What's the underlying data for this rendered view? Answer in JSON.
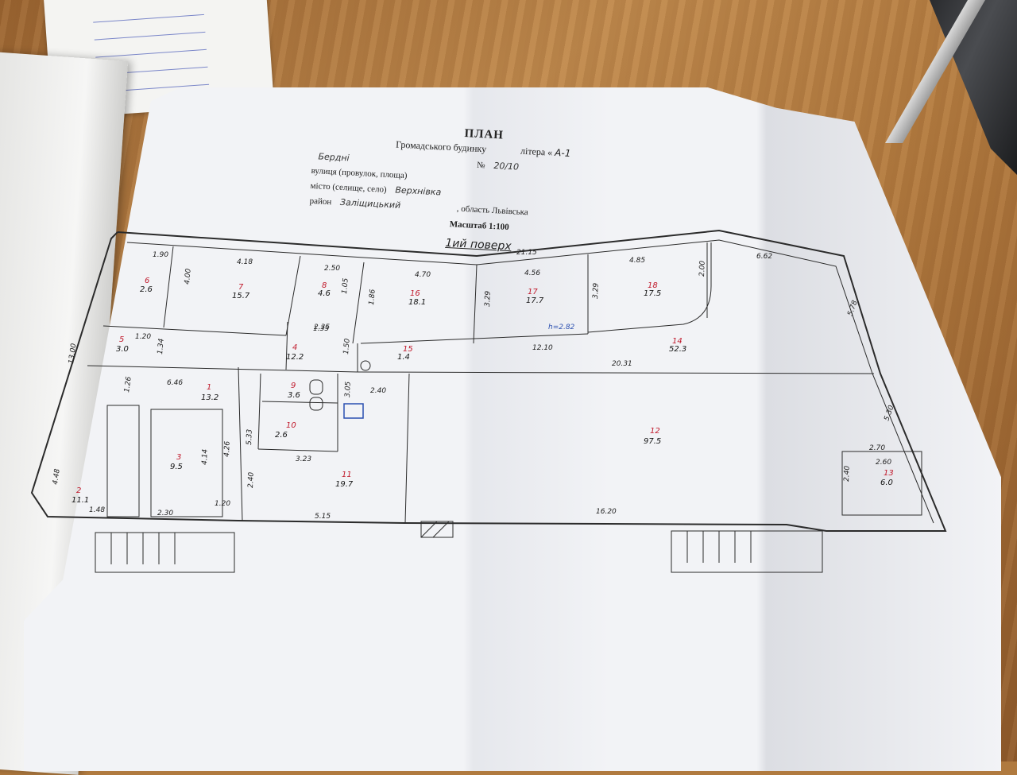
{
  "header": {
    "title": "ПЛАН",
    "subtitle": "Громадського будинку",
    "litera_label": "літера «",
    "litera_value": "А-1",
    "street_value": "Бердні",
    "street_label": "вулиця (провулок, площа)",
    "number_label": "№",
    "number_value": "20/10",
    "city_label": "місто (селище, село)",
    "city_value": "Верхнівка",
    "district_label": "район",
    "district_value": "Заліщицький",
    "region_label": ", область Львівська",
    "scale": "Масштаб 1:100",
    "floor": "1ий поверх"
  },
  "rooms": [
    {
      "num": "6",
      "area": "2.6"
    },
    {
      "num": "7",
      "area": "15.7"
    },
    {
      "num": "8",
      "area": "4.6"
    },
    {
      "num": "16",
      "area": "18.1"
    },
    {
      "num": "17",
      "area": "17.7"
    },
    {
      "num": "18",
      "area": "17.5"
    },
    {
      "num": "5",
      "area": "3.0"
    },
    {
      "num": "4",
      "area": "12.2"
    },
    {
      "num": "15",
      "area": "1.4"
    },
    {
      "num": "14",
      "area": "52.3"
    },
    {
      "num": "1",
      "area": "13.2"
    },
    {
      "num": "9",
      "area": "3.6"
    },
    {
      "num": "10",
      "area": "2.6"
    },
    {
      "num": "12",
      "area": "97.5"
    },
    {
      "num": "3",
      "area": "9.5"
    },
    {
      "num": "11",
      "area": "19.7"
    },
    {
      "num": "2",
      "area": "11.1"
    },
    {
      "num": "13",
      "area": "6.0"
    }
  ],
  "dims": {
    "d_190": "1.90",
    "d_418": "4.18",
    "d_250": "2.50",
    "d_470": "4.70",
    "d_2115": "21.15",
    "d_456": "4.56",
    "d_485": "4.85",
    "d_662": "6.62",
    "d_400": "4.00",
    "d_135": "1.35",
    "d_105": "1.05",
    "d_186": "1.86",
    "d_329a": "3.29",
    "d_329b": "3.29",
    "d_200": "2.00",
    "d_578": "5.78",
    "d_120a": "1.20",
    "d_134": "1.34",
    "d_235": "2.35",
    "d_150": "1.50",
    "d_1210": "12.10",
    "d_2031": "20.31",
    "d_1300": "13.00",
    "d_126": "1.26",
    "d_646": "6.46",
    "d_305": "3.05",
    "d_240a": "2.40",
    "d_414": "4.14",
    "d_426": "4.26",
    "d_533": "5.33",
    "d_323": "3.23",
    "d_240b": "2.40",
    "d_530": "5.30",
    "d_270": "2.70",
    "d_260": "2.60",
    "d_448": "4.48",
    "d_148": "1.48",
    "d_230": "2.30",
    "d_120b": "1.20",
    "d_515": "5.15",
    "d_1620": "16.20",
    "d_240c": "2.40",
    "height": "h=2.82"
  }
}
